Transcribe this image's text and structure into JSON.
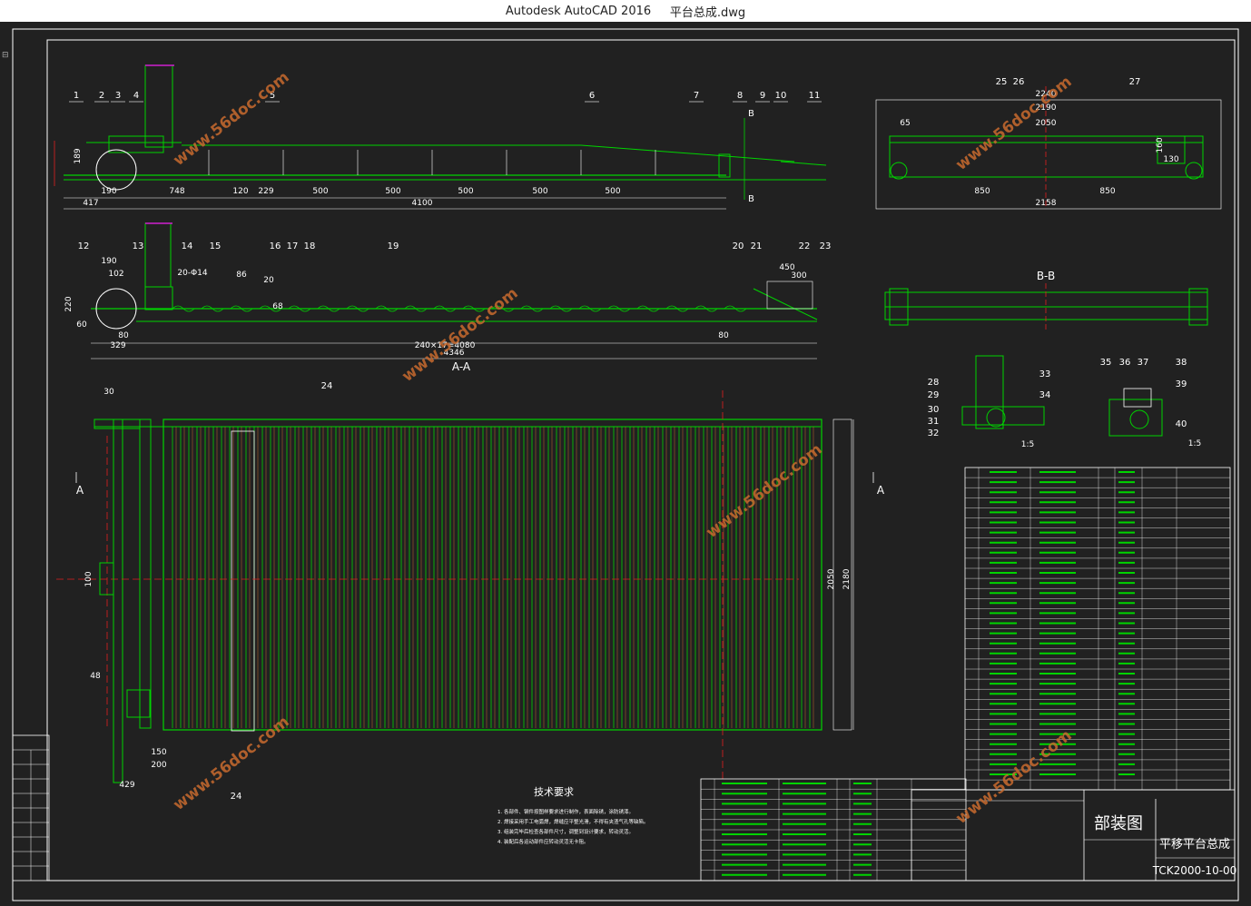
{
  "window": {
    "app_title": "Autodesk AutoCAD 2016",
    "file_name": "平台总成.dwg"
  },
  "colors": {
    "background": "#212121",
    "frame": "#ffffff",
    "geometry": "#00d400",
    "center_lines": "#e02020",
    "dimension": "#ffffff",
    "watermark": "#c86a2e",
    "accent_magenta": "#d020d0",
    "accent_cyan": "#20d0d0"
  },
  "drawing": {
    "top_view_labels": [
      "1",
      "2",
      "3",
      "4",
      "5",
      "6",
      "7",
      "8",
      "9",
      "10",
      "11"
    ],
    "top_view_dims": [
      "189",
      "190",
      "748",
      "120",
      "229",
      "500",
      "500",
      "500",
      "500",
      "500",
      "417",
      "4100"
    ],
    "section_b_label": "B",
    "middle_view_labels": [
      "12",
      "13",
      "14",
      "15",
      "16",
      "17",
      "18",
      "19",
      "20",
      "21",
      "22",
      "23"
    ],
    "middle_view_dims": [
      "190",
      "102",
      "20-Φ14",
      "86",
      "20",
      "220",
      "60",
      "68",
      "80",
      "329",
      "240×17=4080",
      "4346",
      "80",
      "450",
      "300"
    ],
    "section_aa_label": "A-A",
    "right_top_labels": [
      "25",
      "26",
      "27"
    ],
    "right_top_dims": [
      "2240",
      "2190",
      "65",
      "2050",
      "160",
      "130",
      "850",
      "850",
      "2158"
    ],
    "section_bb_label": "B-B",
    "detail_left_labels": [
      "28",
      "29",
      "30",
      "31",
      "32",
      "33",
      "34"
    ],
    "detail_left_scale": "1:5",
    "detail_right_labels": [
      "35",
      "36",
      "37",
      "38",
      "39",
      "40"
    ],
    "detail_right_scale": "1:5",
    "plan_labels": [
      "24",
      "24"
    ],
    "plan_dims": [
      "30",
      "100",
      "48",
      "150",
      "200",
      "429",
      "2050",
      "2180"
    ],
    "section_marker": "A",
    "tech_req_title": "技术要求",
    "tech_req_lines": [
      "1. 各部件、钢件按图样要求进行制作，表面除锈，涂防锈漆。",
      "2. 焊接采用手工电弧焊，焊缝应平整光滑，不得有夹渣气孔等缺陷。",
      "3. 组装完毕后检查各部件尺寸，调整到设计要求，转动灵活。",
      "4. 装配后各运动部件应转动灵活无卡阻。"
    ],
    "title_block": {
      "drawing_type": "部装图",
      "drawing_name": "平移平台总成",
      "drawing_number": "TCK2000-10-00"
    },
    "watermark_text": "www.56doc.com"
  }
}
